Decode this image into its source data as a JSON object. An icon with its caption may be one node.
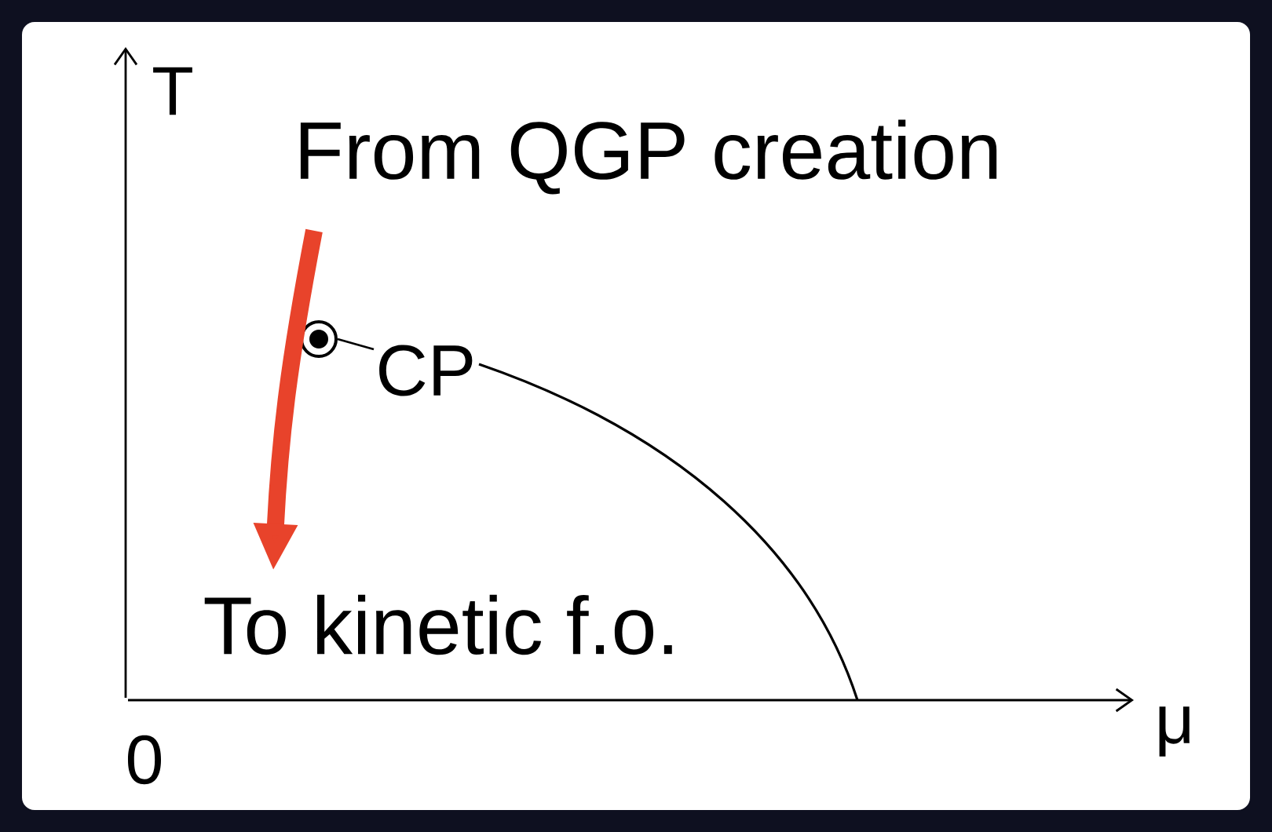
{
  "diagram": {
    "nodes": [
      {
        "text": [
          "From QGP creation"
        ]
      },
      {
        "text": [],
        "shape": "circle"
      },
      {
        "text": [
          "CP"
        ]
      },
      {
        "text": [
          "To kinetic f.o."
        ]
      }
    ],
    "edges": [
      {
        "from": 0,
        "to": 3,
        "arrow": "to",
        "style": "thick",
        "color": "#e8432b"
      },
      {
        "from": 2,
        "to": 1,
        "arrow": "none",
        "color": "#000000"
      }
    ],
    "labels": [
      "T",
      "0",
      "μ"
    ]
  }
}
